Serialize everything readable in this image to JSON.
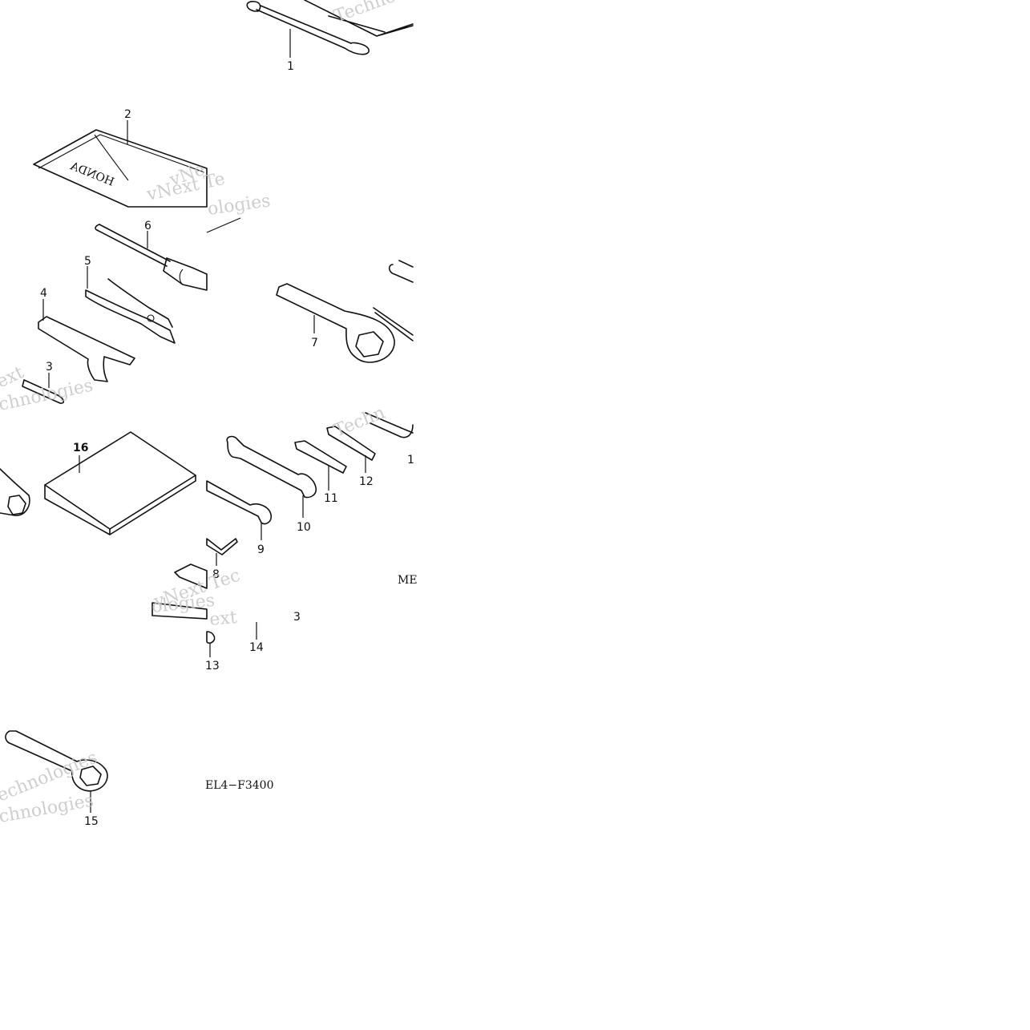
{
  "callouts": [
    "1",
    "2",
    "3",
    "4",
    "5",
    "6",
    "7",
    "8",
    "9",
    "10",
    "11",
    "12",
    "13",
    "14",
    "15",
    "16"
  ],
  "partial_callouts": {
    "right_edge": "1",
    "item_13": "13",
    "stray_digit": "3"
  },
  "diagram_codes": {
    "main": "EL4−F3400",
    "edge": "ME"
  },
  "pouch_brand": "HONDA",
  "watermark_fragments": [
    "Techno",
    "vNe",
    "vNext Te",
    "ologies",
    "ext",
    "chnologies",
    "Techn",
    "vNe",
    "vNext Tec",
    "ologies",
    "ext",
    "echnologies"
  ],
  "colors": {
    "ink": "#111111",
    "watermark": "#c9c9c9",
    "background": "#ffffff"
  }
}
